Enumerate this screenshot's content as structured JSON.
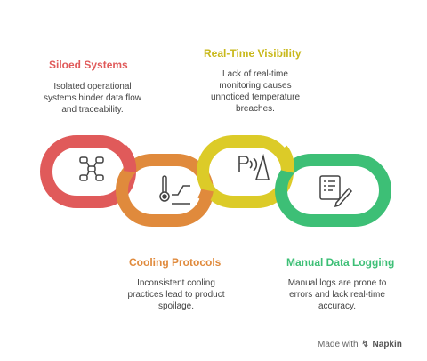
{
  "colors": {
    "red": "#e05a5a",
    "orange": "#e08a3c",
    "yellow": "#dccb28",
    "green": "#3dbf76",
    "icon": "#444444"
  },
  "items": [
    {
      "key": "siloed",
      "title": "Siloed Systems",
      "desc": [
        "Isolated operational",
        "systems hinder data flow",
        "and traceability."
      ],
      "icon": "network-nodes-icon"
    },
    {
      "key": "cooling",
      "title": "Cooling Protocols",
      "desc": [
        "Inconsistent cooling",
        "practices lead to product",
        "spoilage."
      ],
      "icon": "thermometer-icon"
    },
    {
      "key": "realtime",
      "title": "Real-Time Visibility",
      "desc": [
        "Lack of real-time",
        "monitoring causes",
        "unnoticed temperature",
        "breaches."
      ],
      "icon": "broadcast-signal-icon"
    },
    {
      "key": "manual",
      "title": "Manual Data Logging",
      "desc": [
        "Manual logs are prone to",
        "errors and lack real-time",
        "accuracy."
      ],
      "icon": "clipboard-pen-icon"
    }
  ],
  "footer": {
    "made_with": "Made with",
    "brand": "Napkin"
  }
}
